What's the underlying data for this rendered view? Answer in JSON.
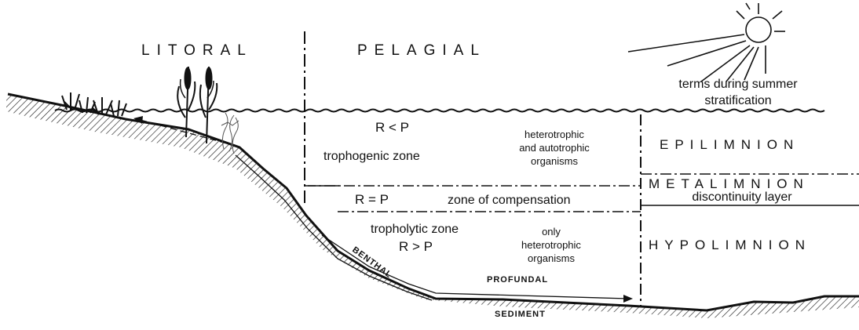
{
  "zones": {
    "litoral": "LITORAL",
    "pelagial": "PELAGIAL"
  },
  "caption": {
    "line1": "terms during summer",
    "line2": "stratification"
  },
  "layers": {
    "epilimnion": "EPILIMNION",
    "metalimnion": "METALIMNION",
    "metalimnion_sub": "discontinuity layer",
    "hypolimnion": "HYPOLIMNION"
  },
  "epi_zone": {
    "rp": "R < P",
    "name": "trophogenic zone",
    "organisms": [
      "heterotrophic",
      "and autotrophic",
      "organisms"
    ]
  },
  "comp_zone": {
    "rp": "R = P",
    "name": "zone of compensation"
  },
  "hypo_zone": {
    "name": "tropholytic zone",
    "rp": "R > P",
    "organisms": [
      "only",
      "heterotrophic",
      "organisms"
    ]
  },
  "bottom": {
    "benthal": "BENTHAL",
    "profundal": "PROFUNDAL",
    "sediment": "SEDIMENT"
  }
}
